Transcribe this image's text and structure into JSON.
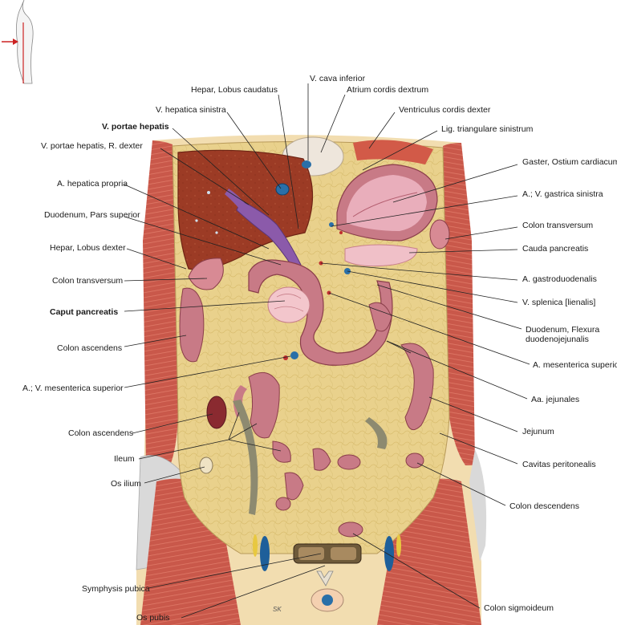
{
  "labels": {
    "v_cava_inferior": "V. cava inferior",
    "hepar_lobus_caudatus": "Hepar, Lobus caudatus",
    "atrium_cordis_dextrum": "Atrium cordis dextrum",
    "v_hepatica_sinistra": "V. hepatica sinistra",
    "ventriculus_cordis_dexter": "Ventriculus cordis dexter",
    "v_portae_hepatis": "V. portae hepatis",
    "lig_triangulare_sinistrum": "Lig. triangulare sinistrum",
    "v_portae_hepatis_r_dexter": "V. portae hepatis, R. dexter",
    "gaster_ostium_cardiacum": "Gaster, Ostium cardiacum",
    "a_hepatica_propria": "A. hepatica propria",
    "a_v_gastrica_sinistra": "A.; V. gastrica sinistra",
    "duodenum_pars_superior": "Duodenum, Pars superior",
    "colon_transversum_right": "Colon transversum",
    "cauda_pancreatis": "Cauda pancreatis",
    "hepar_lobus_dexter": "Hepar, Lobus dexter",
    "colon_transversum_left": "Colon transversum",
    "a_gastroduodenalis": "A. gastroduodenalis",
    "caput_pancreatis": "Caput pancreatis",
    "v_splenica": "V. splenica [lienalis]",
    "duodenum_flexura_1": "Duodenum, Flexura",
    "duodenum_flexura_2": "duodenojejunalis",
    "colon_ascendens_upper": "Colon ascendens",
    "a_mesenterica_superior": "A. mesenterica superior",
    "a_v_mesenterica_superior": "A.; V. mesenterica superior",
    "aa_jejunales": "Aa. jejunales",
    "colon_ascendens_lower": "Colon ascendens",
    "jejunum": "Jejunum",
    "ileum": "Ileum",
    "cavitas_peritonealis": "Cavitas peritonealis",
    "os_ilium": "Os ilium",
    "colon_descendens": "Colon descendens",
    "symphysis_pubica": "Symphysis pubica",
    "colon_sigmoideum": "Colon sigmoideum",
    "os_pubis": "Os pubis"
  },
  "signature": "SK",
  "colors": {
    "fat": "#e8d08a",
    "muscle": "#c85a4a",
    "liver": "#9b3a24",
    "bowel_wall": "#c87a86",
    "bowel_lumen": "#f0c8c8",
    "vein_blue": "#2a6fa8",
    "portal_purple": "#8a5aa8",
    "leader": "#222222",
    "indicator": "#cc2222"
  }
}
